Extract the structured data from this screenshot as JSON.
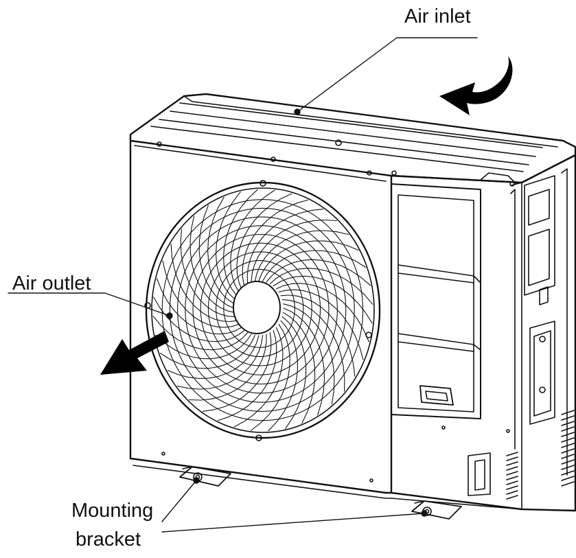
{
  "labels": {
    "air_inlet": "Air inlet",
    "air_outlet": "Air outlet",
    "mounting_bracket_line1": "Mounting",
    "mounting_bracket_line2": "bracket"
  },
  "colors": {
    "line": "#111111",
    "background": "#ffffff",
    "arrow_fill": "#000000"
  },
  "icons": {
    "inlet_arrow": "curved-arrow-left-icon",
    "outlet_arrow": "arrow-down-left-icon"
  }
}
